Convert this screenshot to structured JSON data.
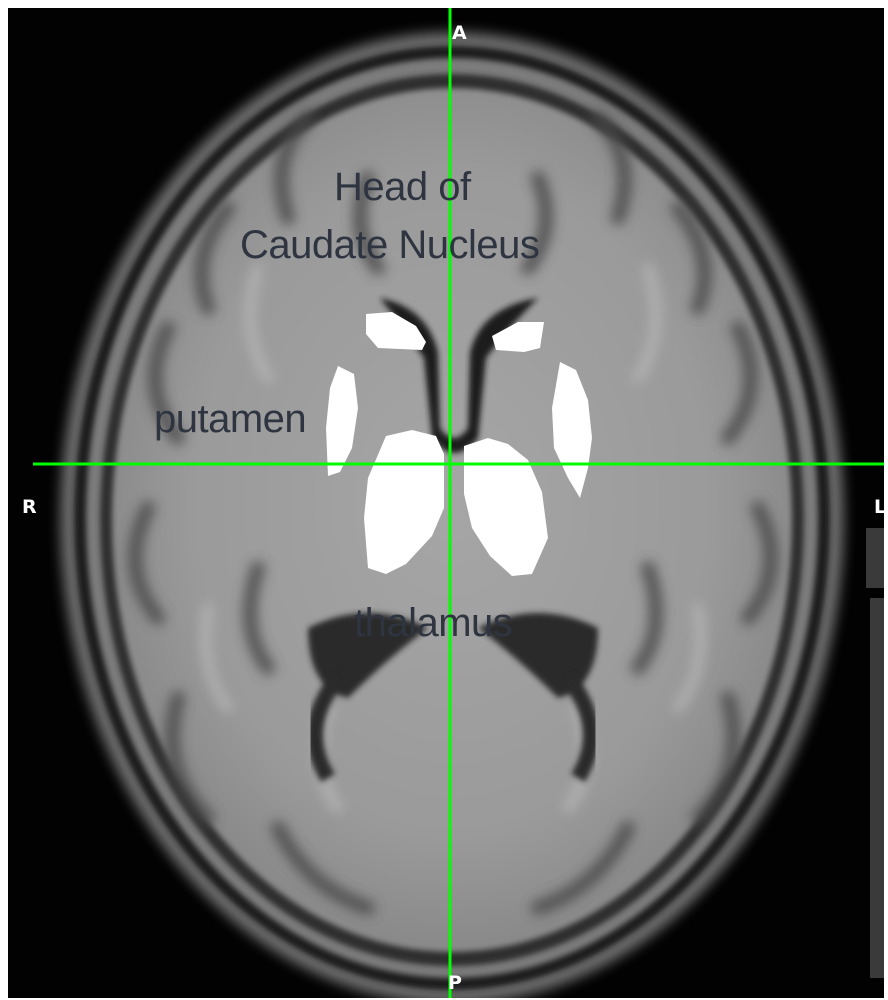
{
  "viewer": {
    "view": "axial",
    "orientation": {
      "top": "A",
      "bottom": "P",
      "left": "R",
      "right": "L"
    },
    "crosshair_color": "#00ff00",
    "segmentation_color": "#ffffff"
  },
  "labels": {
    "caudate_line1": "Head of",
    "caudate_line2": "Caudate Nucleus",
    "putamen": "putamen",
    "thalamus": "thalamus"
  }
}
